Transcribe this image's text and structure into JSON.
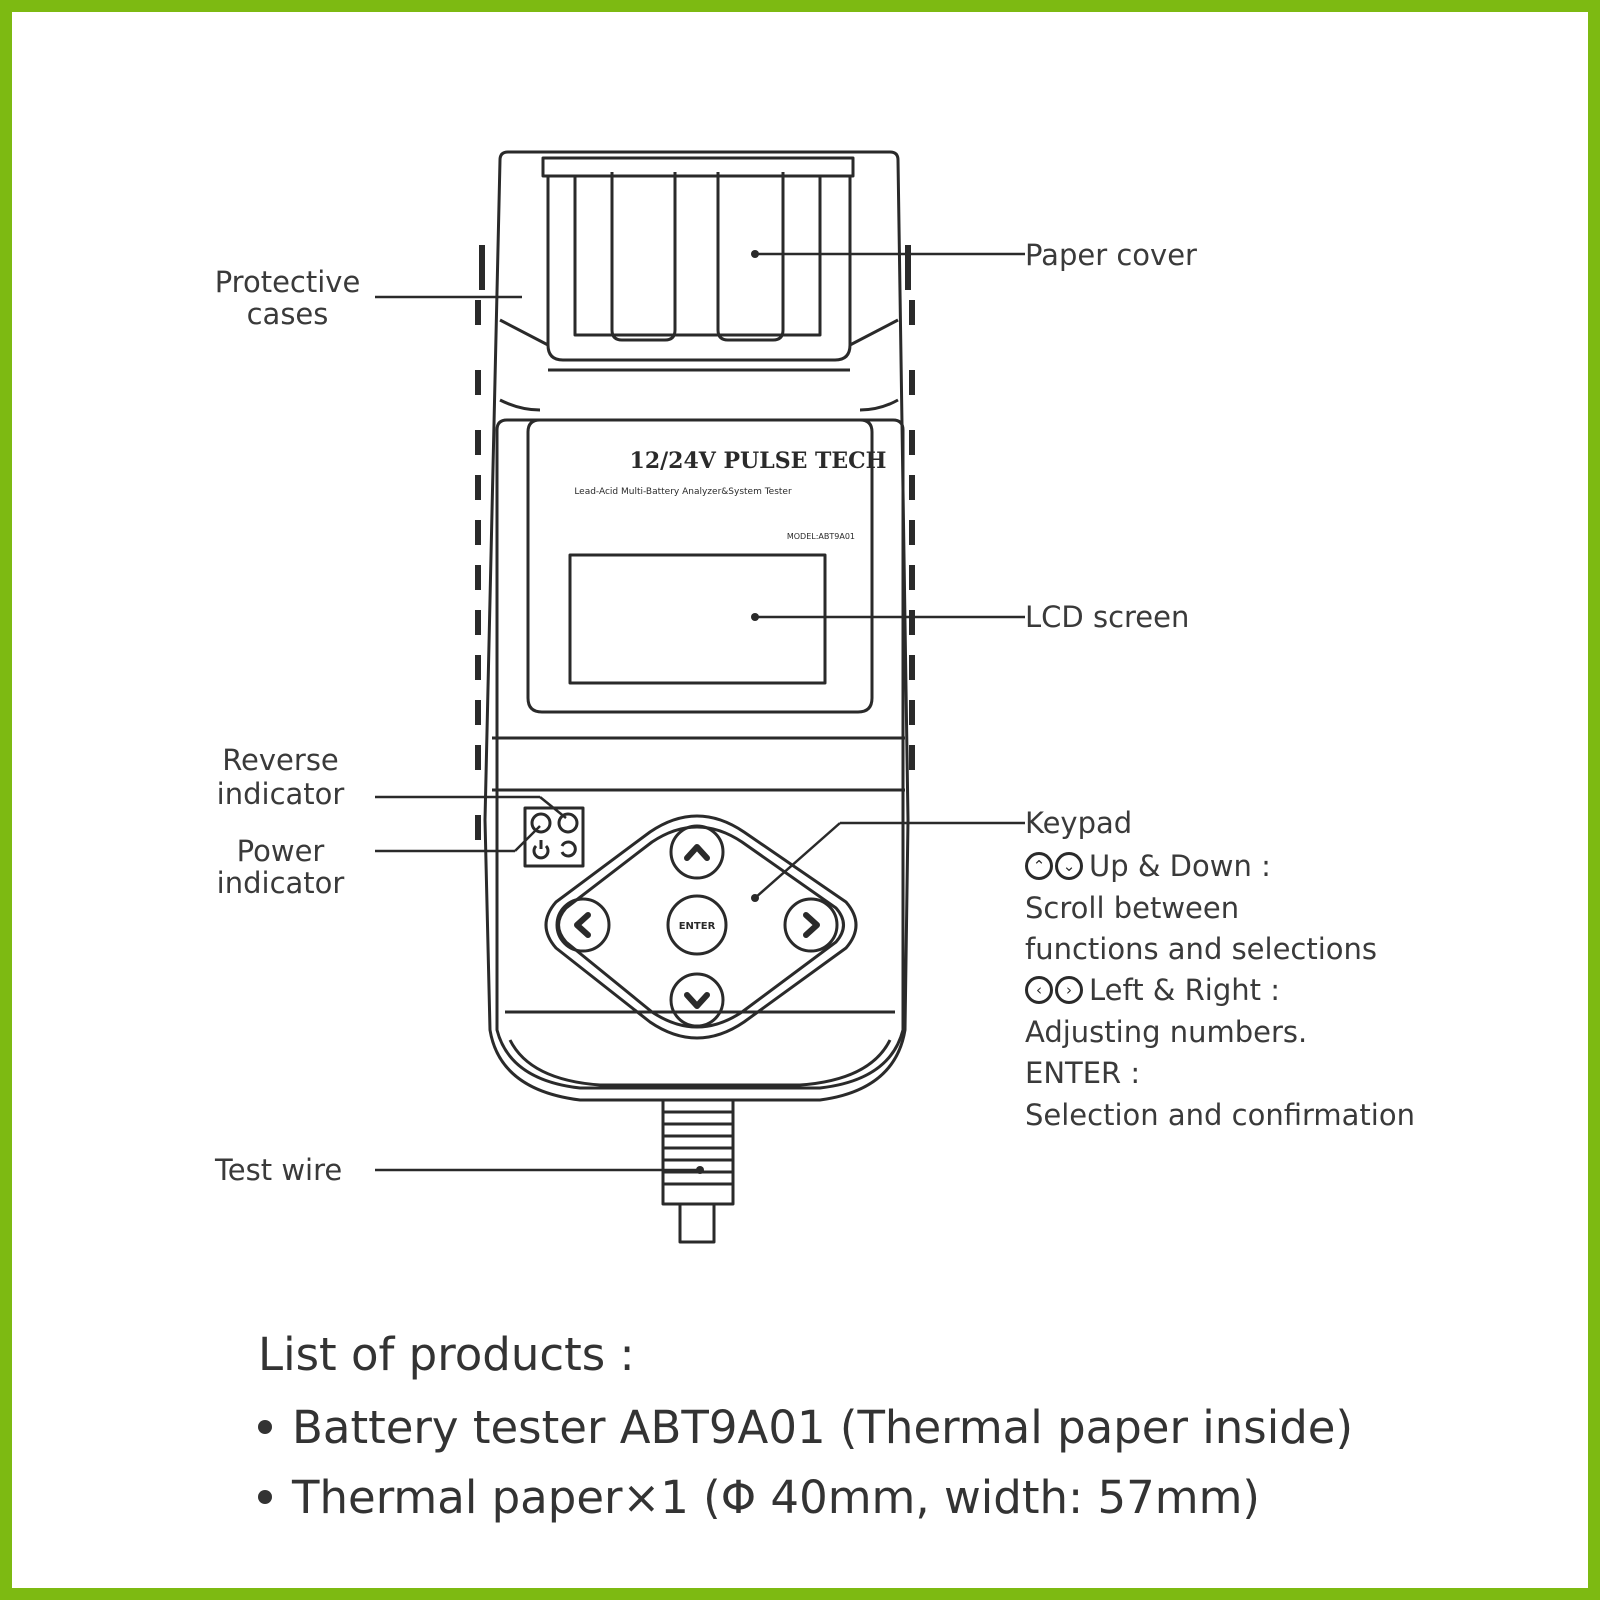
{
  "colors": {
    "frame": "#7dba12",
    "ink": "#2a2a2a",
    "text": "#3a3a3a"
  },
  "device": {
    "brand_line": "12/24V PULSE TECH",
    "sub_line": "Lead-Acid Multi-Battery Analyzer&System Tester",
    "model_line": "MODEL:ABT9A01",
    "enter_key": "ENTER"
  },
  "callouts": {
    "protective_cases": [
      "Protective",
      "cases"
    ],
    "paper_cover": "Paper cover",
    "lcd_screen": "LCD screen",
    "reverse_indicator": [
      "Reverse",
      "indicator"
    ],
    "power_indicator": [
      "Power",
      "indicator"
    ],
    "test_wire": "Test wire",
    "keypad": {
      "title": "Keypad",
      "updown_label": "Up & Down :",
      "updown_desc_1": "Scroll between",
      "updown_desc_2": "functions and selections",
      "leftright_label": "Left & Right :",
      "leftright_desc": "Adjusting numbers.",
      "enter_label": "ENTER :",
      "enter_desc": "Selection and confirmation"
    }
  },
  "icons": [
    "up-arrow-icon",
    "down-arrow-icon",
    "left-arrow-icon",
    "right-arrow-icon",
    "power-icon"
  ],
  "products": {
    "title": "List of products :",
    "items": [
      "Battery tester ABT9A01 (Thermal paper inside)",
      "Thermal paper×1 (Φ 40mm, width: 57mm)"
    ]
  }
}
